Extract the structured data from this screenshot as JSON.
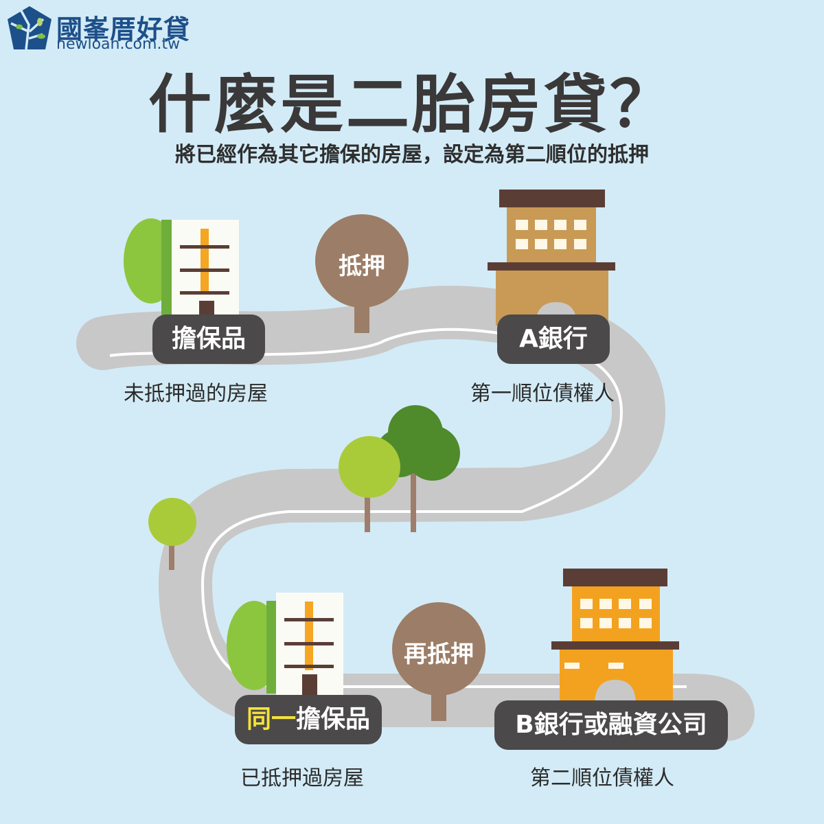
{
  "brand": {
    "name_cn": "國峯厝好貸",
    "domain": "newloan.com.tw",
    "color": "#1d4f8a"
  },
  "header": {
    "title": "什麼是二胎房貸？",
    "subtitle": "將已經作為其它擔保的房屋，設定為第二順位的抵押"
  },
  "steps": {
    "collateral_first": {
      "label": "擔保品",
      "caption": "未抵押過的房屋"
    },
    "mortgage_sign": {
      "label": "抵押"
    },
    "bank_a": {
      "label": "A銀行",
      "caption": "第一順位債權人"
    },
    "collateral_same": {
      "label_highlight": "同一",
      "label_rest": "擔保品",
      "caption": "已抵押過房屋"
    },
    "remortgage_sign": {
      "label": "再抵押"
    },
    "bank_b": {
      "label": "B銀行或融資公司",
      "caption": "第二順位債權人"
    }
  },
  "colors": {
    "background": "#d3ebf6",
    "road": "#c8c8c8",
    "pill": "#4b4949",
    "sign": "#9c7d67",
    "bank_a": "#c99a55",
    "bank_b": "#f3a21f",
    "highlight": "#f5e33a"
  }
}
